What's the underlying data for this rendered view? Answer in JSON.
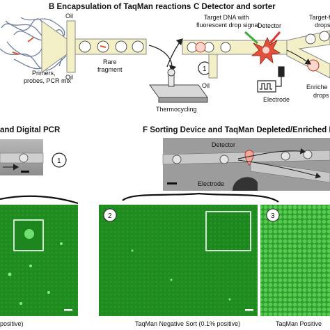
{
  "headers": {
    "panel_b": "B  Encapsulation of TaqMan reactions",
    "panel_c": "C  Detector and sorter",
    "panel_e": "and Digital PCR",
    "panel_f": "F  Sorting Device and TaqMan Depleted/Enriched Dro"
  },
  "panel_b": {
    "oil_top": "Oil",
    "oil_bottom": "Oil",
    "rare_fragment": [
      "Rare",
      "fragment"
    ],
    "reagents": [
      "Primers,",
      "probes, PCR mix"
    ],
    "thermocycling": "Thermocycling",
    "step_number": "1"
  },
  "panel_c": {
    "target_dna": [
      "Target DNA with",
      "fluorescent drop signal"
    ],
    "detector": "Detector",
    "target_drops": [
      "Target-f",
      "drops"
    ],
    "enriched_drops": [
      "Enriche",
      "drops"
    ],
    "electrode": "Electrode",
    "oil": "Oil"
  },
  "panel_e": {
    "step_number": "1",
    "caption": "positive)"
  },
  "panel_f": {
    "detector": "Detector",
    "electrode": "Electrode"
  },
  "fluorescence_panels": [
    {
      "step_number": "",
      "caption": "positive)"
    },
    {
      "step_number": "2",
      "caption": "TaqMan Negative Sort (0.1% positive)"
    },
    {
      "step_number": "3",
      "caption": "TaqMan Positive"
    }
  ],
  "colors": {
    "fluorescence_bg": "#1f8a1f",
    "fluorescence_dense": "#3fb83f",
    "channel_fill": "#f3efc7",
    "drop_signal": "#e0503a"
  }
}
